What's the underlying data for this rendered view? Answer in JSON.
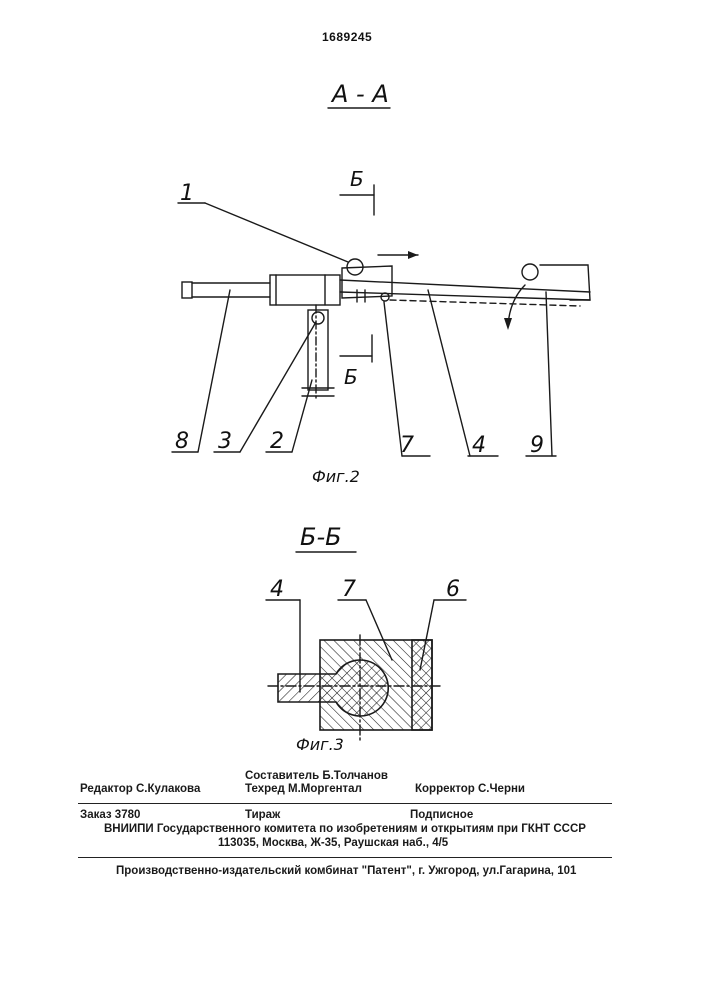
{
  "patent_number": "1689245",
  "fig2": {
    "section_title": "А - А",
    "cut_mark": "Б",
    "caption": "Фиг.2",
    "labels": [
      "1",
      "8",
      "3",
      "2",
      "7",
      "4",
      "9"
    ]
  },
  "fig3": {
    "section_title": "Б-Б",
    "caption": "Фиг.3",
    "labels": [
      "4",
      "7",
      "6"
    ]
  },
  "imprint": {
    "editor": "Редактор  С.Кулакова",
    "compiler": "Составитель  Б.Толчанов",
    "techred": "Техред М.Моргентал",
    "corrector": "Корректор   С.Черни",
    "order": "Заказ  3780",
    "circulation": "Тираж",
    "subscription": "Подписное",
    "org_line": "ВНИИПИ Государственного комитета по изобретениям и открытиям при ГКНТ СССР",
    "address": "113035, Москва, Ж-35, Раушская наб., 4/5",
    "printer": "Производственно-издательский комбинат \"Патент\", г. Ужгород, ул.Гагарина, 101"
  }
}
